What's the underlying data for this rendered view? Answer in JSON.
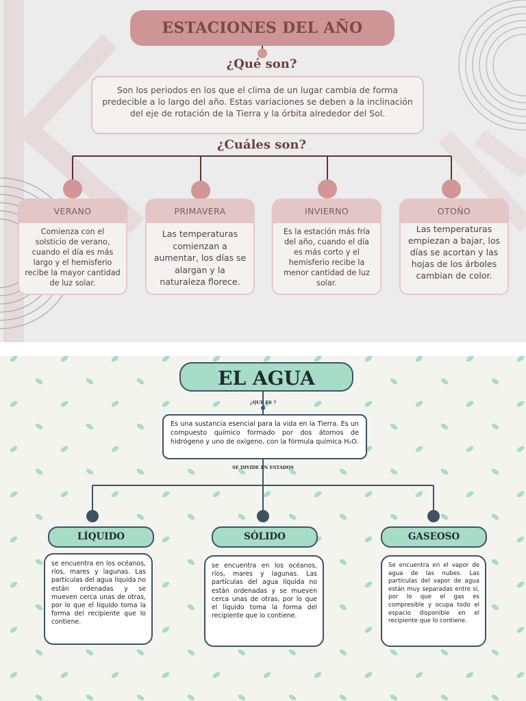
{
  "seasons": {
    "title": "ESTACIONES DEL AÑO",
    "question_what": "¿Qué son?",
    "description": "Son los periodos en los que el clima de un lugar cambia de forma predecible a lo largo del año. Estas variaciones se deben a la inclinación del eje de rotación de la Tierra y la órbita alrededor del Sol.",
    "question_which": "¿Cuáles son?",
    "items": [
      {
        "name": "VERANO",
        "text": "Comienza con el solsticio de verano, cuando el día es más largo y el hemisferio recibe la mayor cantidad de luz solar."
      },
      {
        "name": "PRIMAVERA",
        "text": "Las temperaturas comienzan a aumentar, los días se alargan y la naturaleza florece."
      },
      {
        "name": "INVIERNO",
        "text": "Es la estación más fría del año, cuando el día es más corto y el hemisferio recibe la menor cantidad de luz solar."
      },
      {
        "name": "OTOÑO",
        "text": "Las temperaturas empiezan a bajar, los días se acortan y las hojas de los árboles cambian de color."
      }
    ],
    "colors": {
      "title_bg": "#cd9596",
      "header_bg": "#e4c6c6",
      "node": "#d39595",
      "line": "#5a3535"
    }
  },
  "water": {
    "title": "EL AGUA",
    "question_what": "¿QUE ES ?",
    "description": "Es una sustancia esencial para la vida en la Tierra. Es un compuesto químico formado por dos átomos de hidrógeno y uno de oxígeno, con la fórmula química H₂O.",
    "divides_into": "SE DIVIDE EN ESTADOS",
    "states": [
      {
        "name": "LÍQUIDO",
        "text": "se encuentra en los océanos, ríos, mares y lagunas. Las partículas del agua líquida no están ordenadas y se mueven cerca unas de otras, por lo que el líquido toma la forma del recipiente que lo contiene."
      },
      {
        "name": "SÓLIDO",
        "text": "se encuentra en los océanos, ríos, mares y lagunas. Las partículas del agua líquida no están ordenadas y se mueven cerca unas de otras, por lo que el líquido toma la forma del recipiente que lo contiene."
      },
      {
        "name": "GASEOSO",
        "text": "Se encuentra en el vapor de agua de las nubes. Las partículas del vapor de agua están muy separadas entre sí, por lo que el gas es compresible y ocupa todo el espacio disponible en el recipiente que lo contiene."
      }
    ],
    "colors": {
      "pill_bg": "#a7dcc6",
      "border": "#3e5263",
      "leaf": "#a9dcc6"
    }
  }
}
